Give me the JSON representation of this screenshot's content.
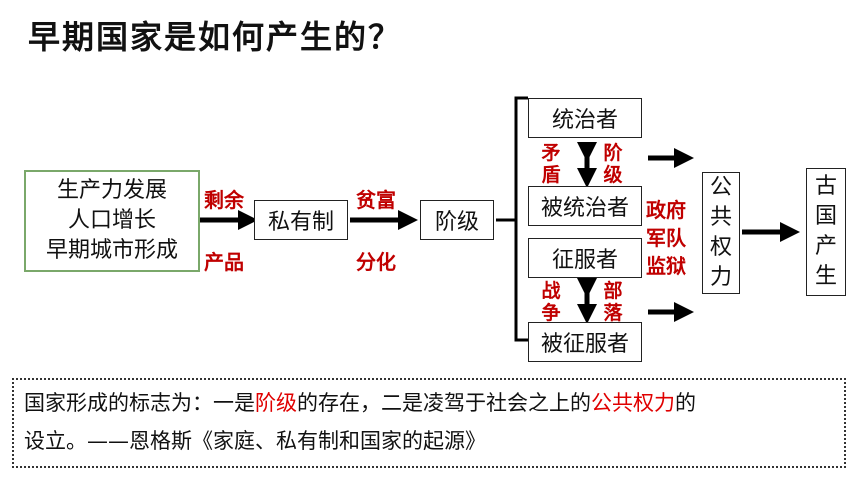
{
  "title": "早期国家是如何产生的？",
  "boxes": {
    "factors": [
      "生产力发展",
      "人口增长",
      "早期城市形成"
    ],
    "private": "私有制",
    "class": "阶级",
    "rulers": "统治者",
    "ruled": "被统治者",
    "conquerors": "征服者",
    "conquered": "被征服者",
    "public_power": [
      "公",
      "共",
      "权",
      "力"
    ],
    "ancient_state": [
      "古",
      "国",
      "产",
      "生"
    ]
  },
  "labels": {
    "surplus_top": "剩余",
    "surplus_bottom": "产品",
    "wealth_top": "贫富",
    "wealth_bottom": "分化",
    "contradiction": [
      "矛",
      "盾"
    ],
    "class_v": [
      "阶",
      "级"
    ],
    "war": [
      "战",
      "争"
    ],
    "tribe": [
      "部",
      "落"
    ],
    "gov_line1": "政府",
    "gov_line2": "军队",
    "gov_line3": "监狱"
  },
  "quote": {
    "part1": "国家形成的标志为：一是",
    "hl1": "阶级",
    "part2": "的存在，二是凌驾于社会之上的",
    "hl2": "公共权力",
    "part3": "的",
    "line2": "设立。——恩格斯《家庭、私有制和国家的起源》"
  }
}
